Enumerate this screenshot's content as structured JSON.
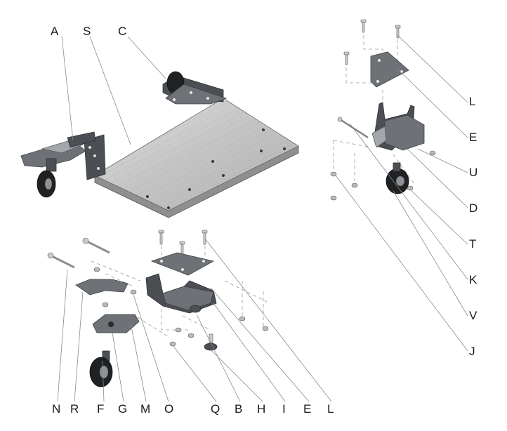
{
  "labels": {
    "A": "A",
    "S": "S",
    "C": "C",
    "L1": "L",
    "E1": "E",
    "U": "U",
    "D": "D",
    "T": "T",
    "K": "K",
    "V": "V",
    "J": "J",
    "N": "N",
    "R": "R",
    "F": "F",
    "G": "G",
    "M": "M",
    "O": "O",
    "Q": "Q",
    "B": "B",
    "H": "H",
    "I": "I",
    "E2": "E",
    "L2": "L"
  },
  "colors": {
    "wood_light": "#d9d9d9",
    "wood_dark": "#9a9a9a",
    "metal": "#6e7276",
    "label": "#1a1a1a"
  }
}
